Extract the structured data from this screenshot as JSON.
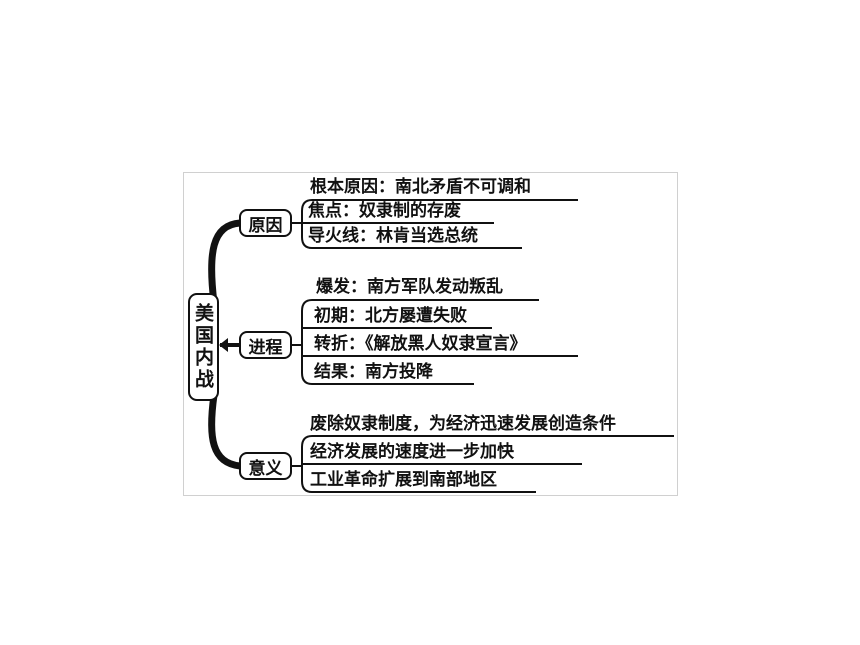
{
  "root": "美国内战",
  "branches": [
    {
      "label": "原因",
      "items": [
        "根本原因：南北矛盾不可调和",
        "焦点：奴隶制的存废",
        "导火线：林肯当选总统"
      ]
    },
    {
      "label": "进程",
      "items": [
        "爆发：南方军队发动叛乱",
        "初期：北方屡遭失败",
        "转折：《解放黑人奴隶宣言》",
        "结果：南方投降"
      ]
    },
    {
      "label": "意义",
      "items": [
        "废除奴隶制度，为经济迅速发展创造条件",
        "经济发展的速度进一步加快",
        "工业革命扩展到南部地区"
      ]
    }
  ]
}
